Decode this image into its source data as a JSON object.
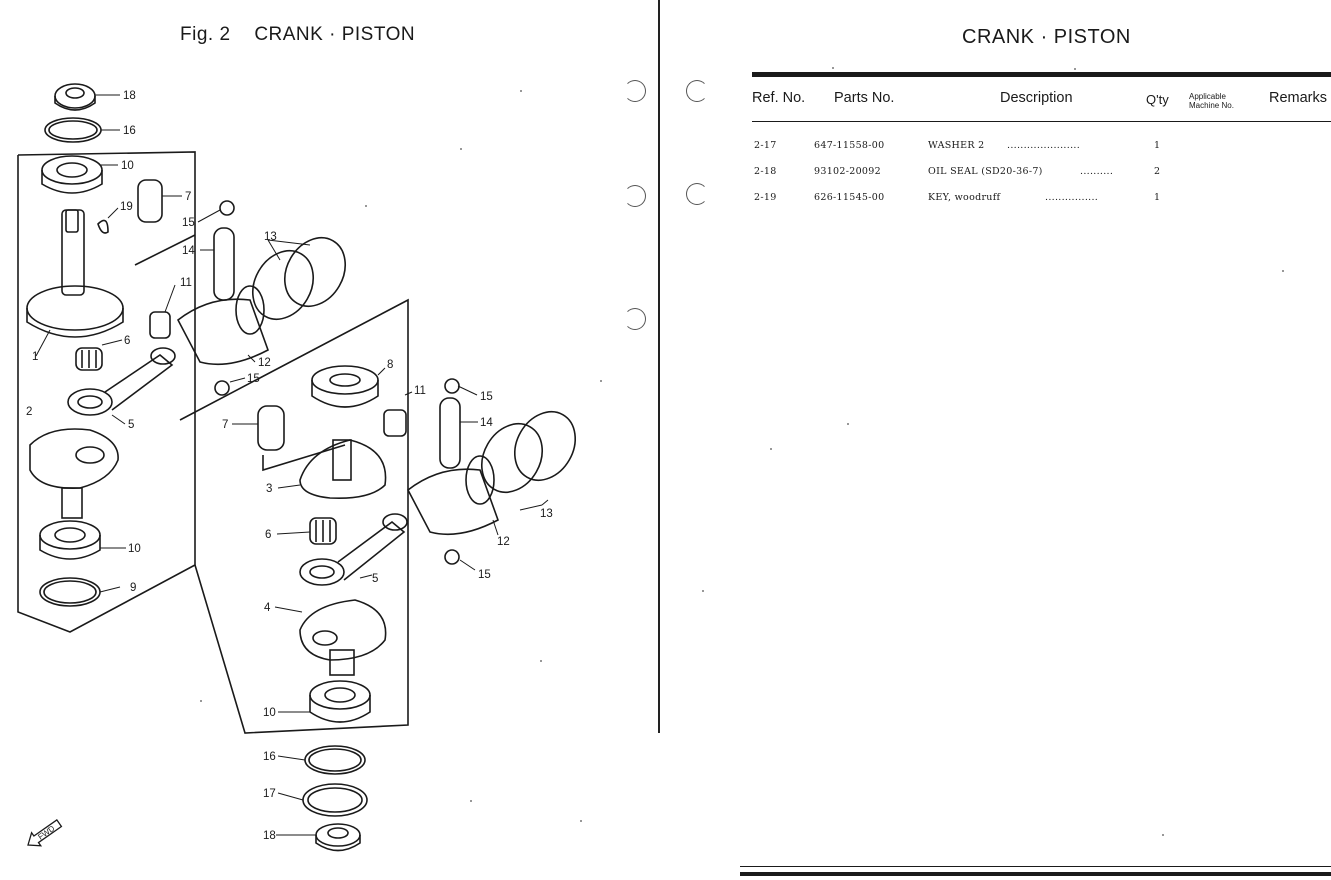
{
  "left_page": {
    "fig_number": "Fig. 2",
    "fig_title": "CRANK · PISTON",
    "callouts": [
      "18",
      "16",
      "10",
      "7",
      "19",
      "15",
      "14",
      "13",
      "11",
      "6",
      "1",
      "12",
      "15",
      "8",
      "11",
      "15",
      "14",
      "2",
      "5",
      "7",
      "3",
      "12",
      "13",
      "6",
      "5",
      "15",
      "10",
      "9",
      "4",
      "10",
      "16",
      "17",
      "18"
    ],
    "fwd_label": "FWD"
  },
  "right_page": {
    "title": "CRANK · PISTON",
    "columns": {
      "ref": "Ref. No.",
      "part": "Parts No.",
      "desc": "Description",
      "qty": "Q'ty",
      "applicable_1": "Applicable",
      "applicable_2": "Machine No.",
      "remarks": "Remarks"
    },
    "rows": [
      {
        "ref": "2-17",
        "part": "647-11558-00",
        "desc": "WASHER 2",
        "dots": "......................",
        "qty": "1"
      },
      {
        "ref": "2-18",
        "part": "93102-20092",
        "desc": "OIL SEAL (SD20-36-7)",
        "dots": "..........",
        "qty": "2"
      },
      {
        "ref": "2-19",
        "part": "626-11545-00",
        "desc": "KEY, woodruff",
        "dots": "................",
        "qty": "1"
      }
    ]
  }
}
